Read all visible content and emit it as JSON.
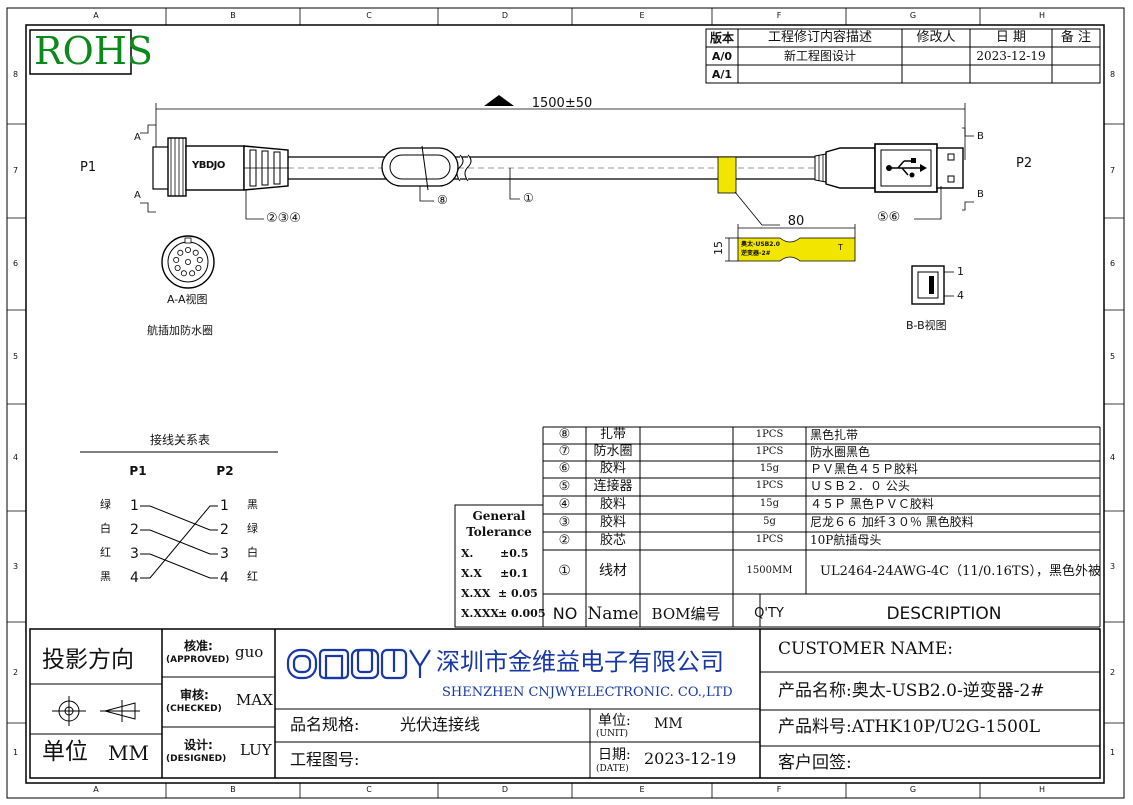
{
  "border": {
    "cols": [
      "A",
      "B",
      "C",
      "D",
      "E",
      "F",
      "G",
      "H"
    ],
    "rows": [
      "8",
      "7",
      "6",
      "5",
      "4",
      "3",
      "2",
      "1"
    ]
  },
  "rohs": "ROHS",
  "revision": {
    "headers": [
      "版本",
      "工程修订内容描述",
      "修改人",
      "日 期",
      "备 注"
    ],
    "rows": [
      {
        "ver": "A/0",
        "desc": "新工程图设计",
        "by": "",
        "date": "2023-12-19",
        "note": ""
      },
      {
        "ver": "A/1",
        "desc": "",
        "by": "",
        "date": "",
        "note": ""
      }
    ]
  },
  "drawing": {
    "length": "1500±50",
    "p1": "P1",
    "p2": "P2",
    "section_a": "A",
    "section_b": "B",
    "brand_mark": "YBDJO",
    "callout_234": "②③④",
    "callout_8": "⑧",
    "callout_1": "①",
    "callout_56": "⑤⑥",
    "label_width": "80",
    "label_height": "15",
    "label_text_1": "奥太-USB2.0",
    "label_text_2": "逆变器-2#",
    "label_t": "T",
    "aa_view": "A-A视图",
    "aa_note": "航插加防水圈",
    "bb_view": "B-B视图",
    "bb_pin1": "1",
    "bb_pin4": "4"
  },
  "wiring": {
    "title": "接线关系表",
    "p1_header": "P1",
    "p2_header": "P2",
    "left": [
      {
        "color": "绿",
        "num": "1"
      },
      {
        "color": "白",
        "num": "2"
      },
      {
        "color": "红",
        "num": "3"
      },
      {
        "color": "黑",
        "num": "4"
      }
    ],
    "right": [
      {
        "color": "黑",
        "num": "1"
      },
      {
        "color": "绿",
        "num": "2"
      },
      {
        "color": "白",
        "num": "3"
      },
      {
        "color": "红",
        "num": "4"
      }
    ],
    "connections": [
      [
        1,
        2
      ],
      [
        2,
        3
      ],
      [
        3,
        4
      ],
      [
        4,
        1
      ]
    ]
  },
  "tolerance": {
    "title_1": "General",
    "title_2": "Tolerance",
    "rows": [
      {
        "fmt": "X.",
        "val": "±0.5"
      },
      {
        "fmt": "X.X",
        "val": "±0.1"
      },
      {
        "fmt": "X.XX",
        "val": "± 0.05"
      },
      {
        "fmt": "X.XXX",
        "val": "± 0.005"
      }
    ]
  },
  "bom": {
    "header": {
      "no": "NO",
      "name": "Name",
      "code": "BOM编号",
      "qty": "Q'TY",
      "desc": "DESCRIPTION"
    },
    "items": [
      {
        "no": "⑧",
        "name": "扎带",
        "code": "",
        "qty": "1PCS",
        "desc": "黑色扎带"
      },
      {
        "no": "⑦",
        "name": "防水圈",
        "code": "",
        "qty": "1PCS",
        "desc": "防水圈黑色"
      },
      {
        "no": "⑥",
        "name": "胶料",
        "code": "",
        "qty": "15g",
        "desc": "ＰＶ黑色４５Ｐ胶料"
      },
      {
        "no": "⑤",
        "name": "连接器",
        "code": "",
        "qty": "1PCS",
        "desc": "ＵＳＢ２．０  公头"
      },
      {
        "no": "④",
        "name": "胶料",
        "code": "",
        "qty": "15g",
        "desc": "４５Ｐ 黑色ＰＶＣ胶料"
      },
      {
        "no": "③",
        "name": "胶料",
        "code": "",
        "qty": "5g",
        "desc": "尼龙６６ 加纤３０％ 黑色胶料"
      },
      {
        "no": "②",
        "name": "胶芯",
        "code": "",
        "qty": "1PCS",
        "desc": "10P航插母头"
      },
      {
        "no": "①",
        "name": "线材",
        "code": "",
        "qty": "1500MM",
        "desc": "UL2464-24AWG-4C（11/0.16TS），黑色外被"
      }
    ]
  },
  "title_block": {
    "projection_label": "投影方向",
    "unit_label": "单位",
    "unit_value": "MM",
    "approved_label": "核准:",
    "approved_en": "(APPROVED)",
    "approved_by": "guo",
    "checked_label": "审核:",
    "checked_en": "(CHECKED)",
    "checked_by": "MAX",
    "designed_label": "设计:",
    "designed_en": "(DESIGNED)",
    "designed_by": "LUY",
    "logo": "CNJWY",
    "company_cn": "深圳市金维益电子有限公司",
    "company_en": "SHENZHEN CNJWYELECTRONIC. CO.,LTD",
    "spec_label": "品名规格:",
    "spec_value": "光伏连接线",
    "drawing_no_label": "工程图号:",
    "unit2_label": "单位:",
    "unit2_en": "(UNIT)",
    "unit2_value": "MM",
    "date_label": "日期:",
    "date_en": "(DATE)",
    "date_value": "2023-12-19",
    "customer_name": "CUSTOMER NAME:",
    "product_name": "产品名称:奥太-USB2.0-逆变器-2#",
    "product_no": "产品料号:ATHK10P/U2G-1500L",
    "customer_sign": "客户回签:"
  }
}
